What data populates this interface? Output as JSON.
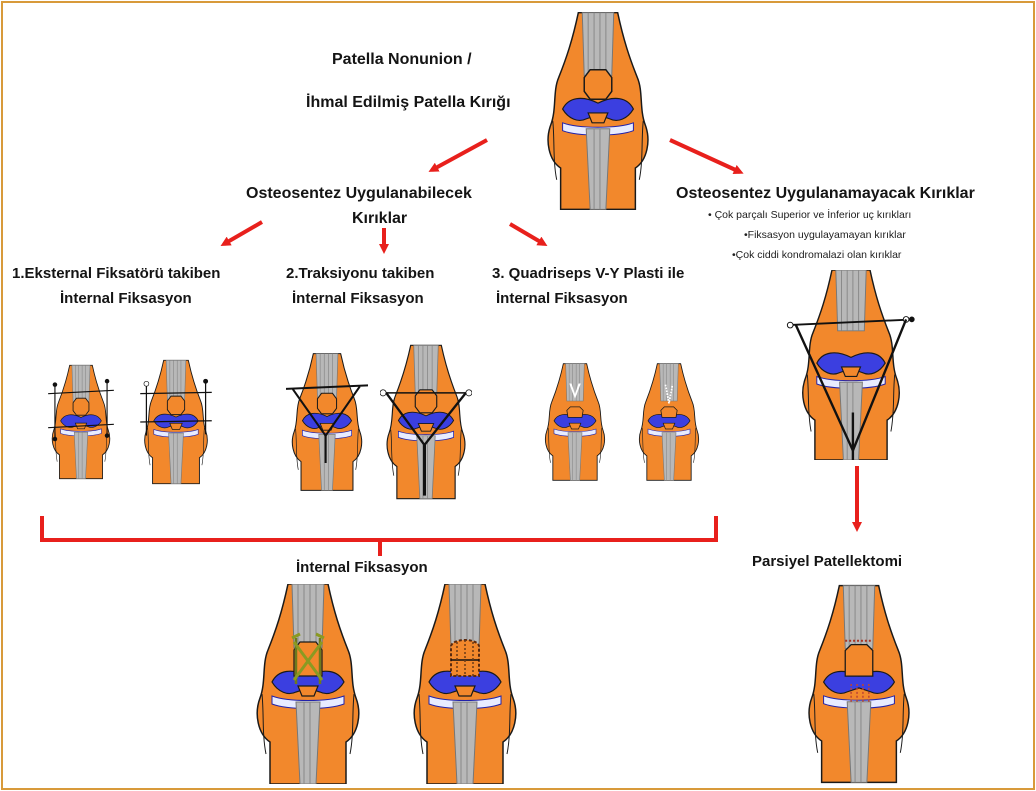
{
  "title_line1": "Patella Nonunion /",
  "title_line2": "İhmal Edilmiş Patella Kırığı",
  "left_branch_line1": "Osteosentez Uygulanabilecek",
  "left_branch_line2": "Kırıklar",
  "right_branch_title": "Osteosentez Uygulanamayacak Kırıklar",
  "right_branch_bullets": [
    "• Çok parçalı Superior ve İnferior uç kırıkları",
    "•Fiksasyon uygulayamayan kırıklar",
    "•Çok ciddi kondromalazi olan kırıklar"
  ],
  "options": [
    {
      "line1": "1.Eksternal Fiksatörü takiben",
      "line2": "İnternal Fiksasyon"
    },
    {
      "line1": "2.Traksiyonu takiben",
      "line2": "İnternal Fiksasyon"
    },
    {
      "line1": "3. Quadriseps V-Y Plasti ile",
      "line2": "İnternal Fiksasyon"
    }
  ],
  "internal_fixation_label": "İnternal Fiksasyon",
  "partial_patellectomy_label": "Parsiyel Patellektomi",
  "colors": {
    "border": "#d89a3a",
    "arrow": "#e8201c",
    "bone": "#f2882c",
    "cartilage": "#3b3fe0",
    "tendon": "#b8b8b8",
    "outline": "#1a1a1a"
  }
}
